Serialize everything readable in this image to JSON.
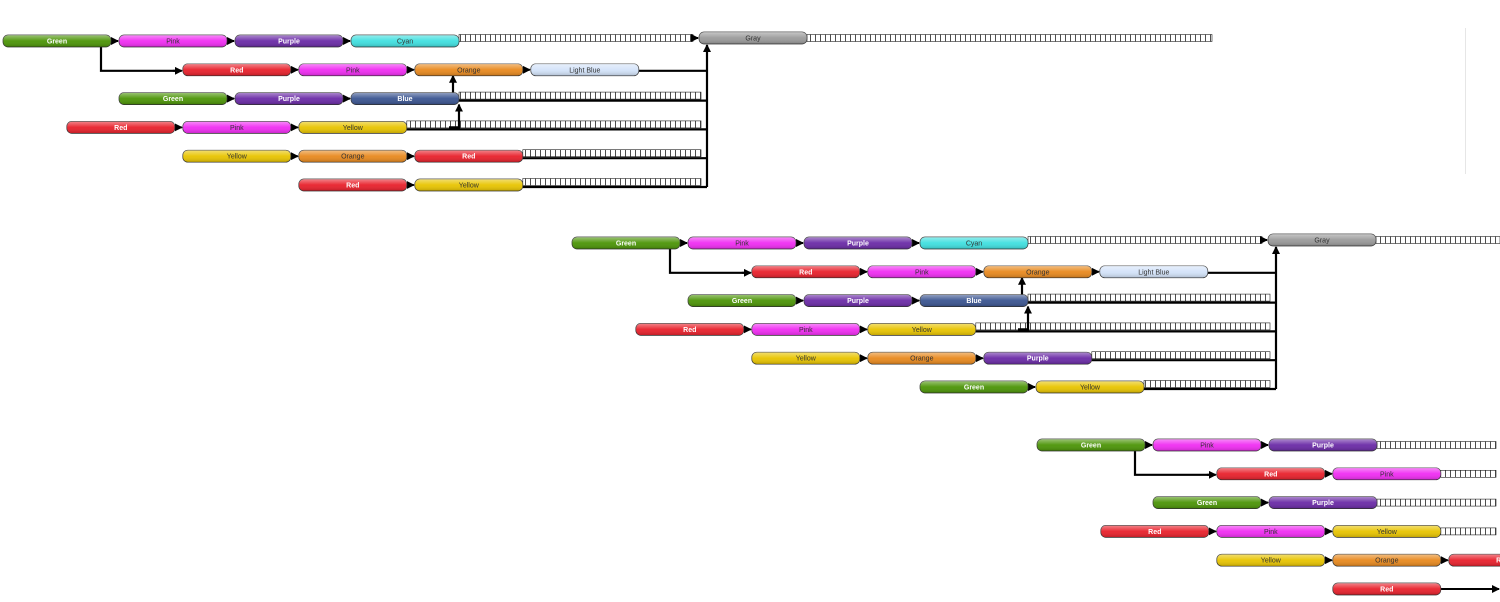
{
  "colors": {
    "Green": "#4b9406",
    "Pink": "#f02cf2",
    "Purple": "#6a2aa6",
    "Cyan": "#3fe0e0",
    "Gray": "#9a9a9a",
    "Red": "#e8202b",
    "Orange": "#e8891e",
    "Light Blue": "#d3e3f9",
    "Blue": "#3a5490",
    "Yellow": "#e8c400"
  },
  "darkText": [
    "Pink",
    "Cyan",
    "Gray",
    "Orange",
    "Light Blue",
    "Yellow"
  ],
  "diagrams": [
    {
      "rows": [
        [
          "Green",
          "Pink",
          "Purple",
          "Cyan"
        ],
        [
          "Red",
          "Pink",
          "Orange",
          "Light Blue"
        ],
        [
          "Green",
          "Purple",
          "Blue"
        ],
        [
          "Red",
          "Pink",
          "Yellow"
        ],
        [
          "Yellow",
          "Orange",
          "Red"
        ],
        [
          "Red",
          "Yellow"
        ]
      ],
      "merge": "Gray"
    },
    {
      "rows": [
        [
          "Green",
          "Pink",
          "Purple",
          "Cyan"
        ],
        [
          "Red",
          "Pink",
          "Orange",
          "Light Blue"
        ],
        [
          "Green",
          "Purple",
          "Blue"
        ],
        [
          "Red",
          "Pink",
          "Yellow"
        ],
        [
          "Yellow",
          "Orange",
          "Purple"
        ],
        [
          "Green",
          "Yellow"
        ]
      ],
      "merge": "Gray"
    },
    {
      "rows": [
        [
          "Green",
          "Pink",
          "Purple"
        ],
        [
          "Red",
          "Pink"
        ],
        [
          "Green",
          "Purple"
        ],
        [
          "Red",
          "Pink",
          "Yellow"
        ],
        [
          "Yellow",
          "Orange",
          "Red"
        ],
        [
          "Red"
        ]
      ]
    }
  ]
}
